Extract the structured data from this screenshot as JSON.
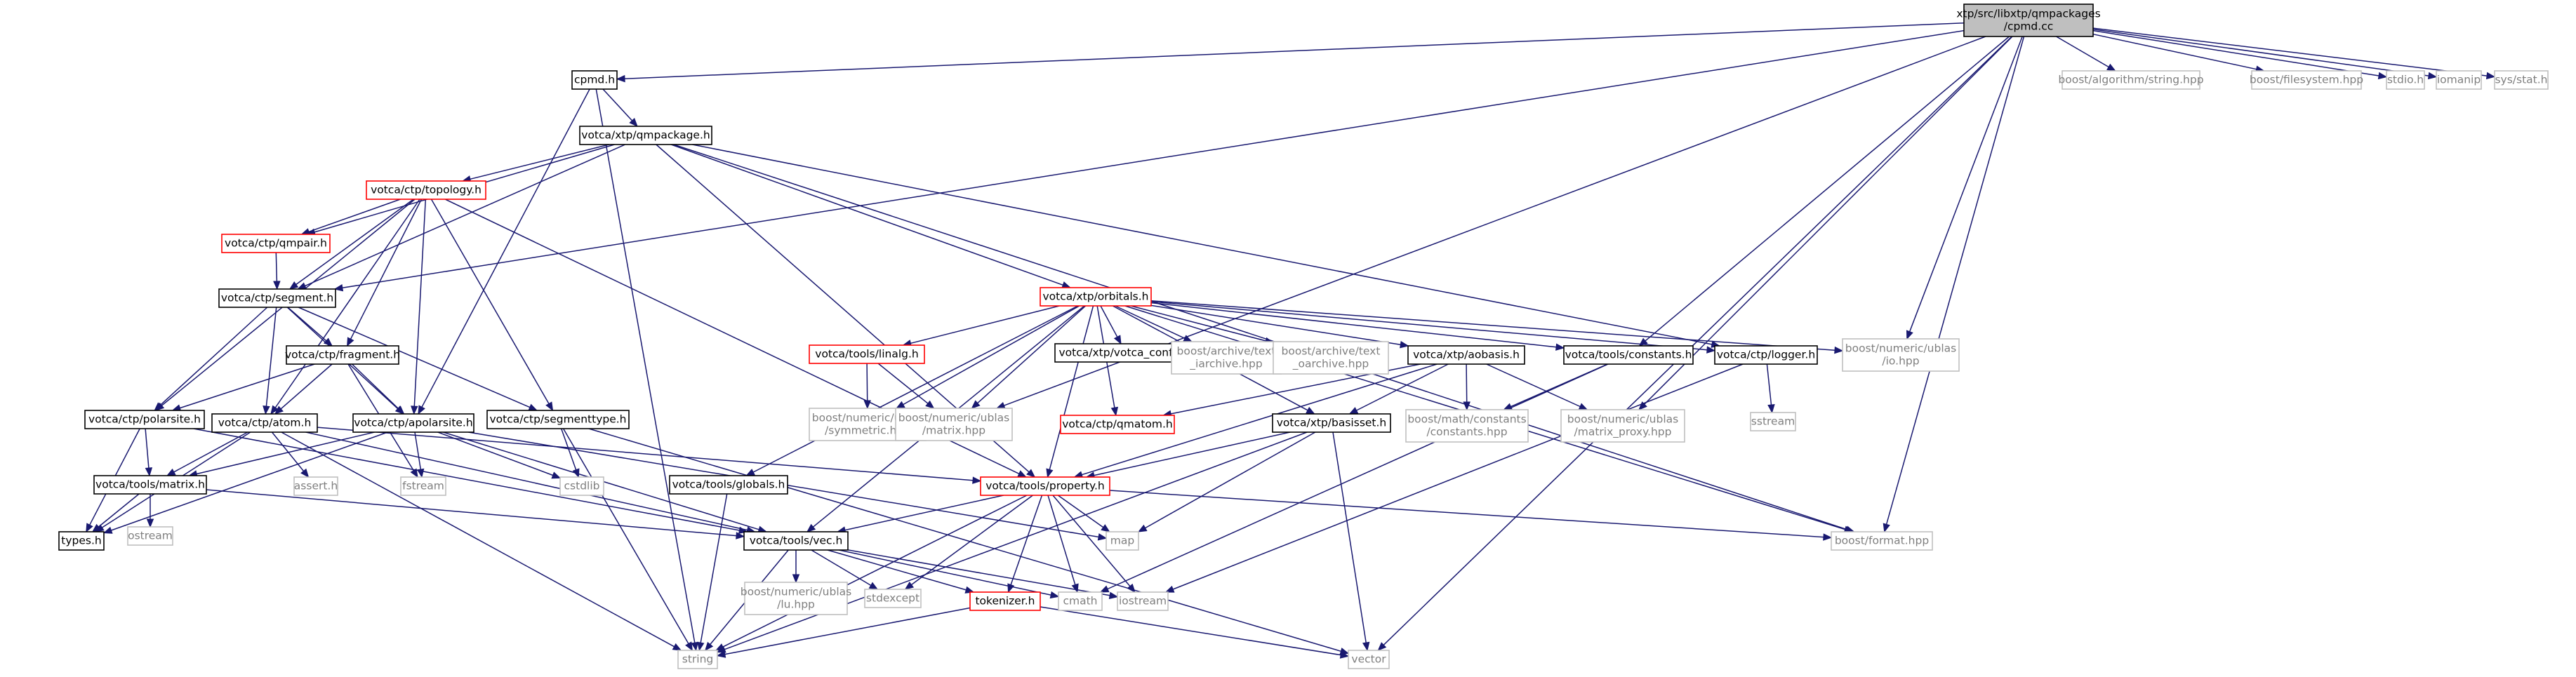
{
  "diagram": {
    "colors": {
      "edge": "#191970",
      "normal_border": "#000000",
      "missing_border": "#bfbfbf",
      "missing_text": "#7f7f7f",
      "error_border": "#ff0000",
      "root_fill": "#bfbfbf",
      "text": "#000000"
    },
    "nodes": [
      {
        "id": "root",
        "lines": [
          "xtp/src/libxtp/qmpackages",
          "/cpmd.cc"
        ],
        "kind": "root"
      },
      {
        "id": "cpmd",
        "lines": [
          "cpmd.h"
        ],
        "kind": "normal"
      },
      {
        "id": "qmpackage",
        "lines": [
          "votca/xtp/qmpackage.h"
        ],
        "kind": "normal"
      },
      {
        "id": "topology",
        "lines": [
          "votca/ctp/topology.h"
        ],
        "kind": "error"
      },
      {
        "id": "qmpair",
        "lines": [
          "votca/ctp/qmpair.h"
        ],
        "kind": "error"
      },
      {
        "id": "segment",
        "lines": [
          "votca/ctp/segment.h"
        ],
        "kind": "normal"
      },
      {
        "id": "fragment",
        "lines": [
          "votca/ctp/fragment.h"
        ],
        "kind": "normal"
      },
      {
        "id": "polarsite",
        "lines": [
          "votca/ctp/polarsite.h"
        ],
        "kind": "normal"
      },
      {
        "id": "atom",
        "lines": [
          "votca/ctp/atom.h"
        ],
        "kind": "normal"
      },
      {
        "id": "apolarsite",
        "lines": [
          "votca/ctp/apolarsite.h"
        ],
        "kind": "normal"
      },
      {
        "id": "segmenttype",
        "lines": [
          "votca/ctp/segmenttype.h"
        ],
        "kind": "normal"
      },
      {
        "id": "matrix",
        "lines": [
          "votca/tools/matrix.h"
        ],
        "kind": "normal"
      },
      {
        "id": "types",
        "lines": [
          "types.h"
        ],
        "kind": "normal"
      },
      {
        "id": "ostream",
        "lines": [
          "ostream"
        ],
        "kind": "missing"
      },
      {
        "id": "assert",
        "lines": [
          "assert.h"
        ],
        "kind": "missing"
      },
      {
        "id": "fstream",
        "lines": [
          "fstream"
        ],
        "kind": "missing"
      },
      {
        "id": "cstdlib",
        "lines": [
          "cstdlib"
        ],
        "kind": "missing"
      },
      {
        "id": "globals",
        "lines": [
          "votca/tools/globals.h"
        ],
        "kind": "normal"
      },
      {
        "id": "property",
        "lines": [
          "votca/tools/property.h"
        ],
        "kind": "error"
      },
      {
        "id": "vec",
        "lines": [
          "votca/tools/vec.h"
        ],
        "kind": "normal"
      },
      {
        "id": "lu",
        "lines": [
          "boost/numeric/ublas",
          "/lu.hpp"
        ],
        "kind": "missing"
      },
      {
        "id": "stdexcept",
        "lines": [
          "stdexcept"
        ],
        "kind": "missing"
      },
      {
        "id": "tokenizer",
        "lines": [
          "tokenizer.h"
        ],
        "kind": "error"
      },
      {
        "id": "cmath",
        "lines": [
          "cmath"
        ],
        "kind": "missing"
      },
      {
        "id": "iostream",
        "lines": [
          "iostream"
        ],
        "kind": "missing"
      },
      {
        "id": "string",
        "lines": [
          "string"
        ],
        "kind": "missing"
      },
      {
        "id": "vector",
        "lines": [
          "vector"
        ],
        "kind": "missing"
      },
      {
        "id": "map",
        "lines": [
          "map"
        ],
        "kind": "missing"
      },
      {
        "id": "orbitals",
        "lines": [
          "votca/xtp/orbitals.h"
        ],
        "kind": "error"
      },
      {
        "id": "linalg",
        "lines": [
          "votca/tools/linalg.h"
        ],
        "kind": "error"
      },
      {
        "id": "symmetric",
        "lines": [
          "boost/numeric/ublas",
          "/symmetric.hpp"
        ],
        "kind": "missing"
      },
      {
        "id": "ublasmatrix",
        "lines": [
          "boost/numeric/ublas",
          "/matrix.hpp"
        ],
        "kind": "missing"
      },
      {
        "id": "votca_config",
        "lines": [
          "votca/xtp/votca_config.h"
        ],
        "kind": "normal"
      },
      {
        "id": "qmatom",
        "lines": [
          "votca/ctp/qmatom.h"
        ],
        "kind": "error"
      },
      {
        "id": "textiarchive",
        "lines": [
          "boost/archive/text",
          "_iarchive.hpp"
        ],
        "kind": "missing"
      },
      {
        "id": "textoarchive",
        "lines": [
          "boost/archive/text",
          "_oarchive.hpp"
        ],
        "kind": "missing"
      },
      {
        "id": "aobasis",
        "lines": [
          "votca/xtp/aobasis.h"
        ],
        "kind": "normal"
      },
      {
        "id": "basisset",
        "lines": [
          "votca/xtp/basisset.h"
        ],
        "kind": "normal"
      },
      {
        "id": "mathconstants",
        "lines": [
          "boost/math/constants",
          "/constants.hpp"
        ],
        "kind": "missing"
      },
      {
        "id": "matrixproxy",
        "lines": [
          "boost/numeric/ublas",
          "/matrix_proxy.hpp"
        ],
        "kind": "missing"
      },
      {
        "id": "constants",
        "lines": [
          "votca/tools/constants.h"
        ],
        "kind": "normal"
      },
      {
        "id": "logger",
        "lines": [
          "votca/ctp/logger.h"
        ],
        "kind": "normal"
      },
      {
        "id": "sstream",
        "lines": [
          "sstream"
        ],
        "kind": "missing"
      },
      {
        "id": "ublasio",
        "lines": [
          "boost/numeric/ublas",
          "/io.hpp"
        ],
        "kind": "missing"
      },
      {
        "id": "format",
        "lines": [
          "boost/format.hpp"
        ],
        "kind": "missing"
      },
      {
        "id": "algostring",
        "lines": [
          "boost/algorithm/string.hpp"
        ],
        "kind": "missing"
      },
      {
        "id": "filesystem",
        "lines": [
          "boost/filesystem.hpp"
        ],
        "kind": "missing"
      },
      {
        "id": "stdio",
        "lines": [
          "stdio.h"
        ],
        "kind": "missing"
      },
      {
        "id": "iomanip",
        "lines": [
          "iomanip"
        ],
        "kind": "missing"
      },
      {
        "id": "sysstat",
        "lines": [
          "sys/stat.h"
        ],
        "kind": "missing"
      }
    ],
    "edges": [
      [
        "root",
        "cpmd"
      ],
      [
        "root",
        "segment"
      ],
      [
        "root",
        "ublasmatrix"
      ],
      [
        "root",
        "constants"
      ],
      [
        "root",
        "ublasio"
      ],
      [
        "root",
        "matrixproxy"
      ],
      [
        "root",
        "format"
      ],
      [
        "root",
        "vector"
      ],
      [
        "root",
        "algostring"
      ],
      [
        "root",
        "filesystem"
      ],
      [
        "root",
        "stdio"
      ],
      [
        "root",
        "iomanip"
      ],
      [
        "root",
        "sysstat"
      ],
      [
        "cpmd",
        "qmpackage"
      ],
      [
        "cpmd",
        "apolarsite"
      ],
      [
        "cpmd",
        "string"
      ],
      [
        "qmpackage",
        "topology"
      ],
      [
        "qmpackage",
        "qmpair"
      ],
      [
        "qmpackage",
        "segment"
      ],
      [
        "qmpackage",
        "orbitals"
      ],
      [
        "qmpackage",
        "property"
      ],
      [
        "qmpackage",
        "logger"
      ],
      [
        "qmpackage",
        "format"
      ],
      [
        "topology",
        "qmpair"
      ],
      [
        "topology",
        "segment"
      ],
      [
        "topology",
        "fragment"
      ],
      [
        "topology",
        "polarsite"
      ],
      [
        "topology",
        "atom"
      ],
      [
        "topology",
        "apolarsite"
      ],
      [
        "topology",
        "segmenttype"
      ],
      [
        "topology",
        "property"
      ],
      [
        "qmpair",
        "segment"
      ],
      [
        "segment",
        "fragment"
      ],
      [
        "segment",
        "polarsite"
      ],
      [
        "segment",
        "atom"
      ],
      [
        "segment",
        "apolarsite"
      ],
      [
        "segment",
        "segmenttype"
      ],
      [
        "fragment",
        "polarsite"
      ],
      [
        "fragment",
        "atom"
      ],
      [
        "fragment",
        "apolarsite"
      ],
      [
        "fragment",
        "fstream"
      ],
      [
        "polarsite",
        "matrix"
      ],
      [
        "polarsite",
        "types"
      ],
      [
        "polarsite",
        "vec"
      ],
      [
        "atom",
        "matrix"
      ],
      [
        "atom",
        "types"
      ],
      [
        "atom",
        "assert"
      ],
      [
        "atom",
        "property"
      ],
      [
        "atom",
        "vec"
      ],
      [
        "atom",
        "string"
      ],
      [
        "apolarsite",
        "matrix"
      ],
      [
        "apolarsite",
        "types"
      ],
      [
        "apolarsite",
        "fstream"
      ],
      [
        "apolarsite",
        "cstdlib"
      ],
      [
        "apolarsite",
        "vec"
      ],
      [
        "apolarsite",
        "map"
      ],
      [
        "segmenttype",
        "cstdlib"
      ],
      [
        "segmenttype",
        "string"
      ],
      [
        "segmenttype",
        "vector"
      ],
      [
        "matrix",
        "types"
      ],
      [
        "matrix",
        "ostream"
      ],
      [
        "matrix",
        "vec"
      ],
      [
        "globals",
        "string"
      ],
      [
        "property",
        "vec"
      ],
      [
        "property",
        "map"
      ],
      [
        "property",
        "format"
      ],
      [
        "property",
        "stdexcept"
      ],
      [
        "property",
        "tokenizer"
      ],
      [
        "property",
        "iostream"
      ],
      [
        "property",
        "string"
      ],
      [
        "property",
        "cmath"
      ],
      [
        "vec",
        "lu"
      ],
      [
        "vec",
        "stdexcept"
      ],
      [
        "vec",
        "tokenizer"
      ],
      [
        "vec",
        "cmath"
      ],
      [
        "vec",
        "iostream"
      ],
      [
        "vec",
        "string"
      ],
      [
        "tokenizer",
        "string"
      ],
      [
        "tokenizer",
        "vector"
      ],
      [
        "orbitals",
        "vec"
      ],
      [
        "orbitals",
        "globals"
      ],
      [
        "orbitals",
        "linalg"
      ],
      [
        "orbitals",
        "symmetric"
      ],
      [
        "orbitals",
        "ublasmatrix"
      ],
      [
        "orbitals",
        "votca_config"
      ],
      [
        "orbitals",
        "qmatom"
      ],
      [
        "orbitals",
        "textiarchive"
      ],
      [
        "orbitals",
        "textoarchive"
      ],
      [
        "orbitals",
        "aobasis"
      ],
      [
        "orbitals",
        "basisset"
      ],
      [
        "orbitals",
        "constants"
      ],
      [
        "orbitals",
        "logger"
      ],
      [
        "orbitals",
        "ublasio"
      ],
      [
        "orbitals",
        "format"
      ],
      [
        "orbitals",
        "property"
      ],
      [
        "linalg",
        "symmetric"
      ],
      [
        "linalg",
        "ublasmatrix"
      ],
      [
        "aobasis",
        "qmatom"
      ],
      [
        "aobasis",
        "basisset"
      ],
      [
        "aobasis",
        "mathconstants"
      ],
      [
        "aobasis",
        "matrixproxy"
      ],
      [
        "aobasis",
        "property"
      ],
      [
        "basisset",
        "property"
      ],
      [
        "basisset",
        "map"
      ],
      [
        "basisset",
        "vector"
      ],
      [
        "basisset",
        "string"
      ],
      [
        "constants",
        "mathconstants"
      ],
      [
        "constants",
        "cmath"
      ],
      [
        "logger",
        "sstream"
      ],
      [
        "logger",
        "iostream"
      ]
    ]
  }
}
